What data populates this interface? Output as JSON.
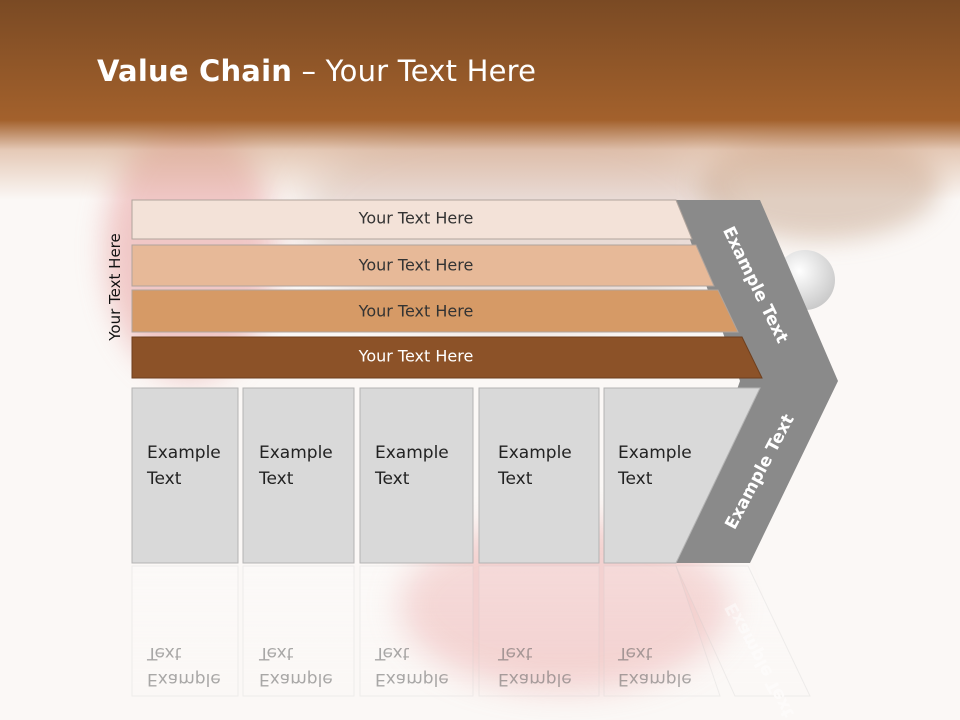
{
  "title": {
    "bold": "Value Chain",
    "rest": " – Your Text Here"
  },
  "side_label": "Your Text Here",
  "bars": [
    {
      "label": "Your Text Here",
      "fill": "#f3e2d8",
      "text_color": "#333333"
    },
    {
      "label": "Your Text Here",
      "fill": "#e7b998",
      "text_color": "#333333"
    },
    {
      "label": "Your Text Here",
      "fill": "#d69a66",
      "text_color": "#333333"
    },
    {
      "label": "Your Text Here",
      "fill": "#8c5228",
      "text_color": "#ffffff"
    }
  ],
  "boxes": [
    {
      "line1": "Example",
      "line2": "Text"
    },
    {
      "line1": "Example",
      "line2": "Text"
    },
    {
      "line1": "Example",
      "line2": "Text"
    },
    {
      "line1": "Example",
      "line2": "Text"
    },
    {
      "line1": "Example",
      "line2": "Text"
    }
  ],
  "chevron": {
    "upper_label": "Example Text",
    "lower_label": "Example Text",
    "fill": "#8a8a8a"
  },
  "colors": {
    "header": "#a3612c",
    "box_fill": "#d9d9d9"
  }
}
